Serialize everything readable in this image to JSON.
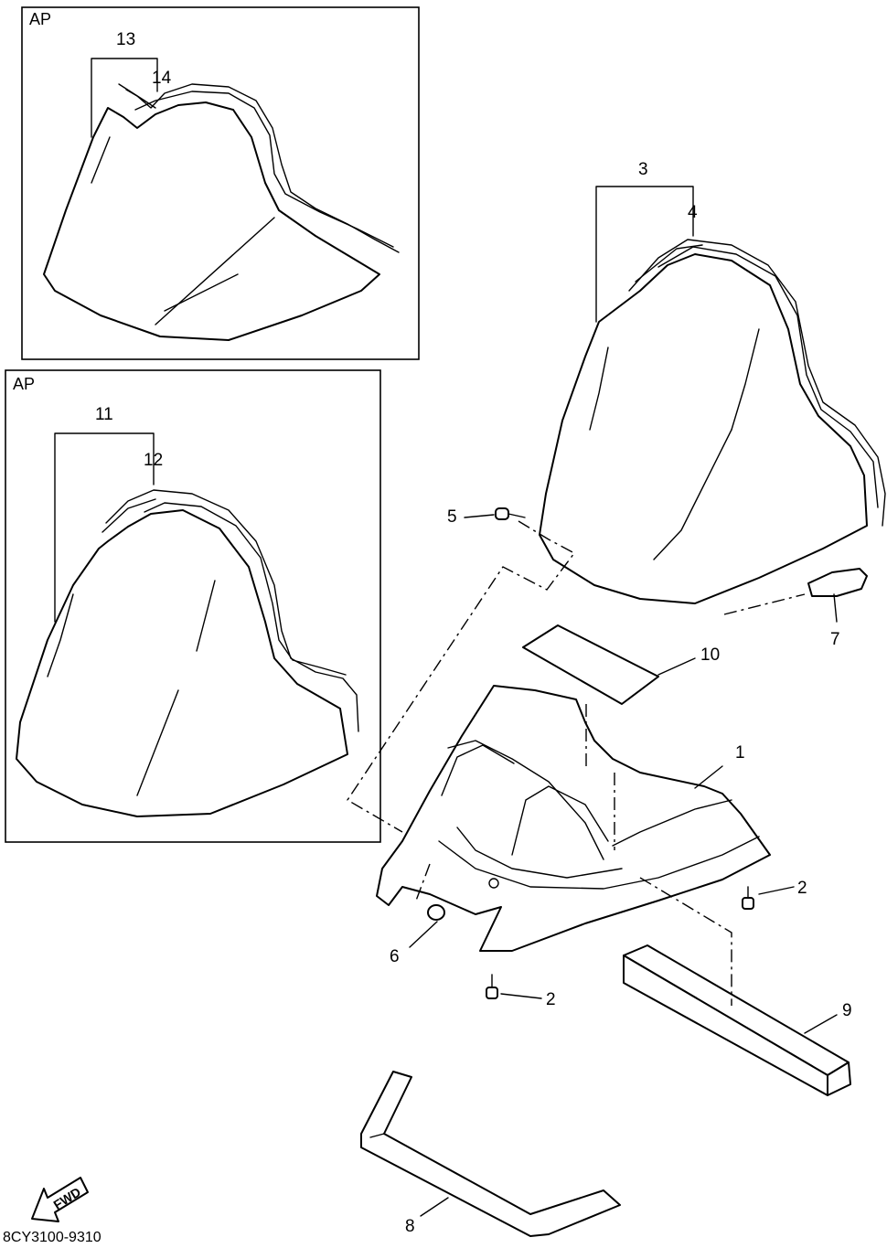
{
  "insets": [
    {
      "id": "ap-upper",
      "label": "AP"
    },
    {
      "id": "ap-lower",
      "label": "AP"
    }
  ],
  "callouts": {
    "c1": "1",
    "c2a": "2",
    "c2b": "2",
    "c3": "3",
    "c4": "4",
    "c5": "5",
    "c6": "6",
    "c7": "7",
    "c8": "8",
    "c9": "9",
    "c10": "10",
    "c11": "11",
    "c12": "12",
    "c13": "13",
    "c14": "14"
  },
  "fwd_label": "FWD",
  "diagram_code": "8CY3100-9310"
}
